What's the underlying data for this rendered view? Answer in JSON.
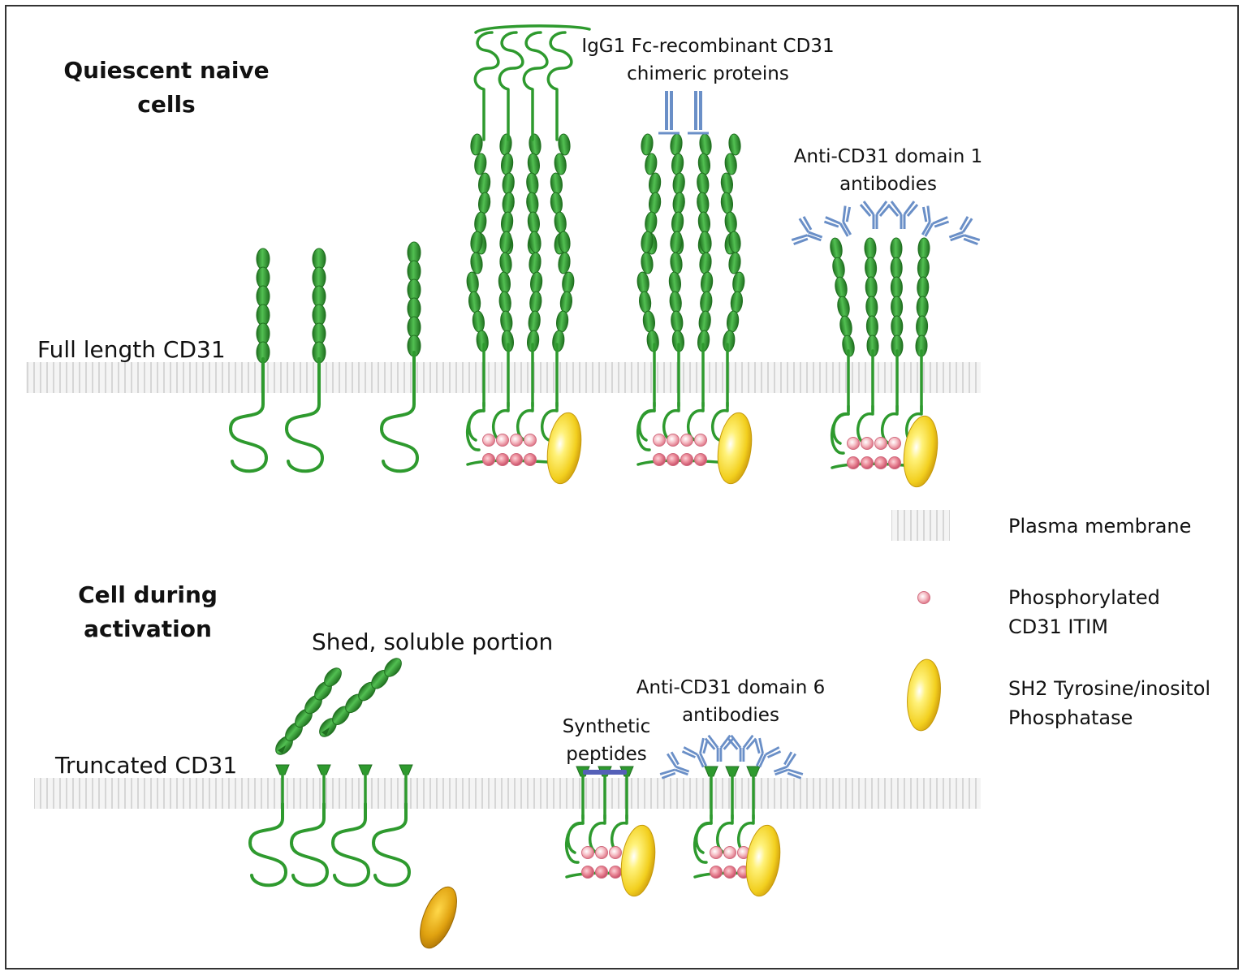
{
  "titles": {
    "quiescent": [
      "Quiescent naive",
      "cells"
    ],
    "activation": [
      "Cell during",
      "activation"
    ]
  },
  "labels": {
    "full_length": "Full length CD31",
    "truncated": "Truncated CD31",
    "shed": "Shed, soluble portion",
    "igg1": [
      "IgG1 Fc-recombinant CD31",
      "chimeric proteins"
    ],
    "anti_d1": [
      "Anti-CD31 domain 1",
      "antibodies"
    ],
    "anti_d6": [
      "Anti-CD31 domain 6",
      "antibodies"
    ],
    "synthetic": [
      "Synthetic",
      "peptides"
    ]
  },
  "legend": {
    "membrane": "Plasma membrane",
    "itim": [
      "Phosphorylated",
      "CD31 ITIM"
    ],
    "phosphatase": [
      "SH2 Tyrosine/inositol",
      "Phosphatase"
    ]
  },
  "colors": {
    "green": "#2e9a2e",
    "green_dark": "#1f6f1f",
    "antibody_blue": "#6a8fc7",
    "itim_pink": "#f2a2ad",
    "phosphatase_yellow": "#f2cf1e",
    "membrane_line": "#c8c8c8"
  }
}
